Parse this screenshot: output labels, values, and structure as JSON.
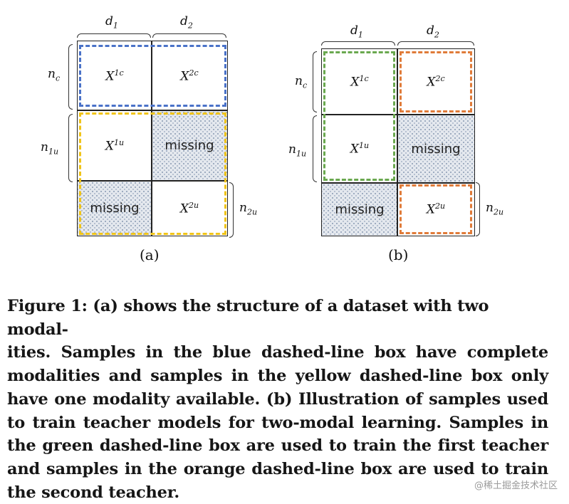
{
  "colors": {
    "blue": "#4a72c8",
    "yellow": "#f0c419",
    "green": "#6aa84f",
    "orange": "#e07b39",
    "grid": "#222222"
  },
  "panel_a": {
    "sub_label": "(a)",
    "col_labels": [
      "d",
      "d"
    ],
    "col_subs": [
      "1",
      "2"
    ],
    "row_labels": [
      "n",
      "n"
    ],
    "row_subs": [
      "c",
      "1u"
    ],
    "right_label": "n",
    "right_sub": "2u",
    "cells": {
      "x1c_base": "X",
      "x1c_sup": "1c",
      "x2c_base": "X",
      "x2c_sup": "2c",
      "x1u_base": "X",
      "x1u_sup": "1u",
      "x2u_base": "X",
      "x2u_sup": "2u",
      "missing_1": "missing",
      "missing_2": "missing"
    }
  },
  "panel_b": {
    "sub_label": "(b)",
    "col_labels": [
      "d",
      "d"
    ],
    "col_subs": [
      "1",
      "2"
    ],
    "row_labels": [
      "n",
      "n"
    ],
    "row_subs": [
      "c",
      "1u"
    ],
    "right_label": "n",
    "right_sub": "2u",
    "cells": {
      "x1c_base": "X",
      "x1c_sup": "1c",
      "x2c_base": "X",
      "x2c_sup": "2c",
      "x1u_base": "X",
      "x1u_sup": "1u",
      "x2u_base": "X",
      "x2u_sup": "2u",
      "missing_1": "missing",
      "missing_2": "missing"
    }
  },
  "caption": "Figure 1: (a) shows the structure of a dataset with two modalities. Samples in the blue dashed-line box have complete modalities and samples in the yellow dashed-line box only have one modality available. (b) Illustration of samples used to train teacher models for two-modal learning. Samples in the green dashed-line box are used to train the first teacher and samples in the orange dashed-line box are used to train the second teacher.",
  "caption_lines": [
    "Figure 1: (a) shows the structure of a dataset with two modal-",
    "ities. Samples in the blue dashed-line box have complete",
    "modalities and samples in the yellow dashed-line box only",
    "have one modality available. (b) Illustration of samples used",
    "to train teacher models for two-modal learning. Samples in",
    "the green dashed-line box are used to train the first teacher",
    "and samples in the orange dashed-line box are used to train",
    "the second teacher."
  ],
  "watermark": "@稀土掘金技术社区"
}
